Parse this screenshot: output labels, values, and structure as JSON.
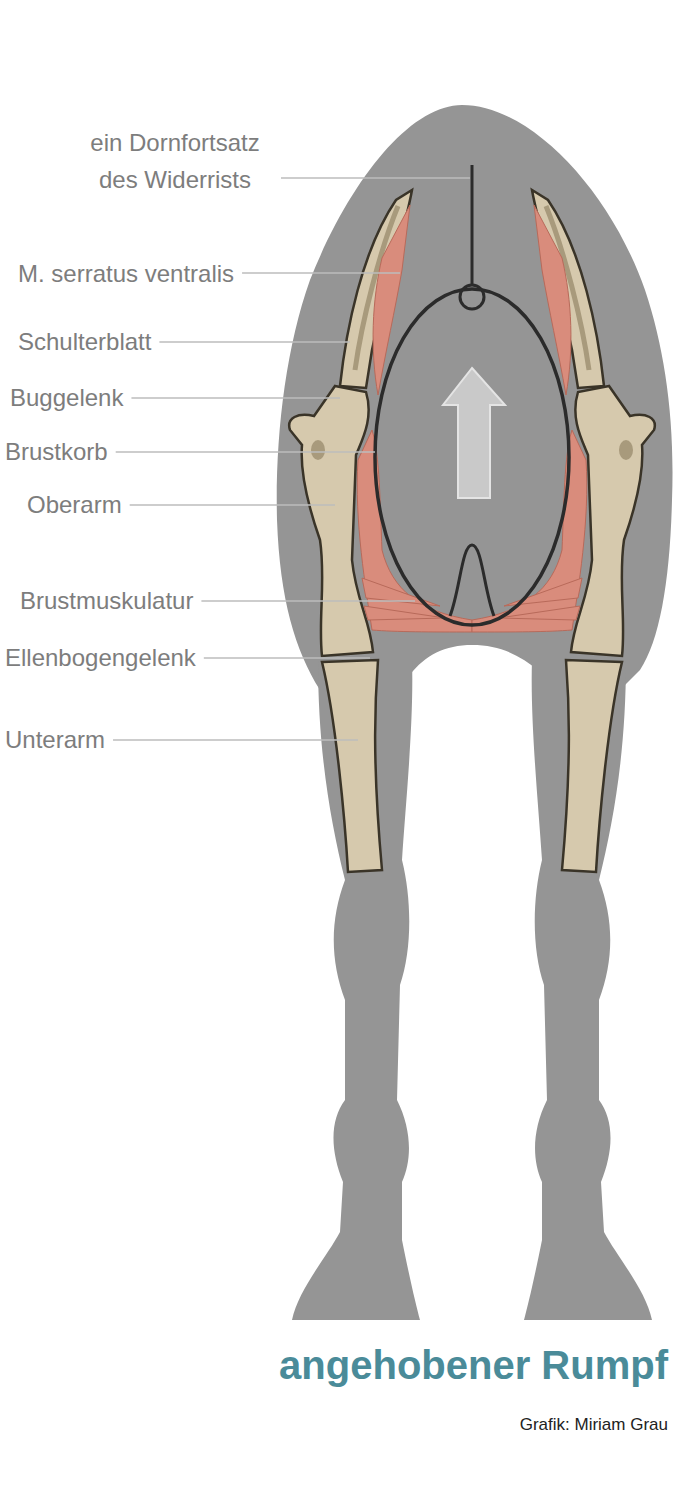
{
  "diagram": {
    "title": "angehobener Rumpf",
    "caption": "Grafik: Miriam Grau",
    "labels": [
      "ein Dornfortsatz des Widerrists",
      "M. serratus ventralis",
      "Schulterblatt",
      "Buggelenk",
      "Brustkorb",
      "Oberarm",
      "Brustmuskulatur",
      "Ellenbogengelenk",
      "Unterarm"
    ]
  }
}
